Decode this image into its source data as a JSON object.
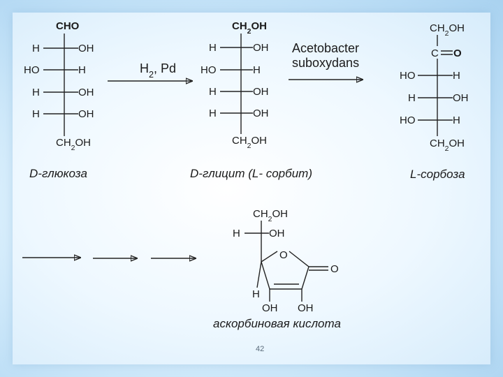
{
  "glucose": {
    "top": "CHO",
    "rows": [
      [
        "H",
        "OH"
      ],
      [
        "HO",
        "H"
      ],
      [
        "H",
        "OH"
      ],
      [
        "H",
        "OH"
      ]
    ],
    "bottom": "CH2OH",
    "label": "D-глюкоза"
  },
  "reagent1": {
    "line1": "H2, Pd"
  },
  "glucitol": {
    "top": "CH2OH",
    "rows": [
      [
        "H",
        "OH"
      ],
      [
        "HO",
        "H"
      ],
      [
        "H",
        "OH"
      ],
      [
        "H",
        "OH"
      ]
    ],
    "bottom": "CH2OH",
    "label": "D-глицит (L- сорбит)"
  },
  "reagent2": {
    "line1": "Acetobacter",
    "line2": "suboxydans"
  },
  "sorbose": {
    "top": "CH2OH",
    "carbonyl_c": "C",
    "carbonyl_o": "O",
    "rows": [
      [
        "HO",
        "H"
      ],
      [
        "H",
        "OH"
      ],
      [
        "HO",
        "H"
      ]
    ],
    "bottom": "CH2OH",
    "label": "L-сорбоза"
  },
  "ascorbic": {
    "top": "CH2OH",
    "side_h": "H",
    "side_oh": "OH",
    "ring_o": "O",
    "carbonyl_o": "O",
    "ring_h": "H",
    "oh_left": "OH",
    "oh_right": "OH",
    "label": "аскорбиновая кислота"
  },
  "page_number": "42"
}
